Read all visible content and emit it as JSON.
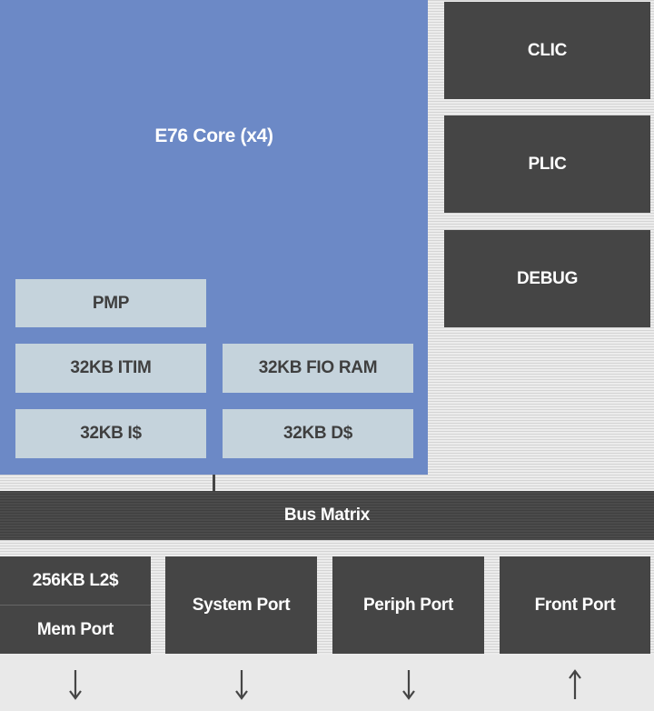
{
  "diagram": {
    "core": {
      "title": "E76 Core (x4)"
    },
    "core_blocks": {
      "pmp": "PMP",
      "itim": "32KB ITIM",
      "fio_ram": "32KB FIO RAM",
      "icache": "32KB I$",
      "dcache": "32KB D$"
    },
    "side_blocks": {
      "clic": "CLIC",
      "plic": "PLIC",
      "debug": "DEBUG"
    },
    "bus": "Bus Matrix",
    "ports": {
      "l2": "256KB L2$",
      "mem": "Mem Port",
      "system": "System Port",
      "periph": "Periph Port",
      "front": "Front Port"
    },
    "arrows": {
      "mem": "down",
      "system": "down",
      "periph": "down",
      "front": "up"
    },
    "colors": {
      "core": "#6c89c6",
      "core_block": "#c5d3dc",
      "dark_block": "#454545",
      "background": "#e9e9e9"
    }
  }
}
